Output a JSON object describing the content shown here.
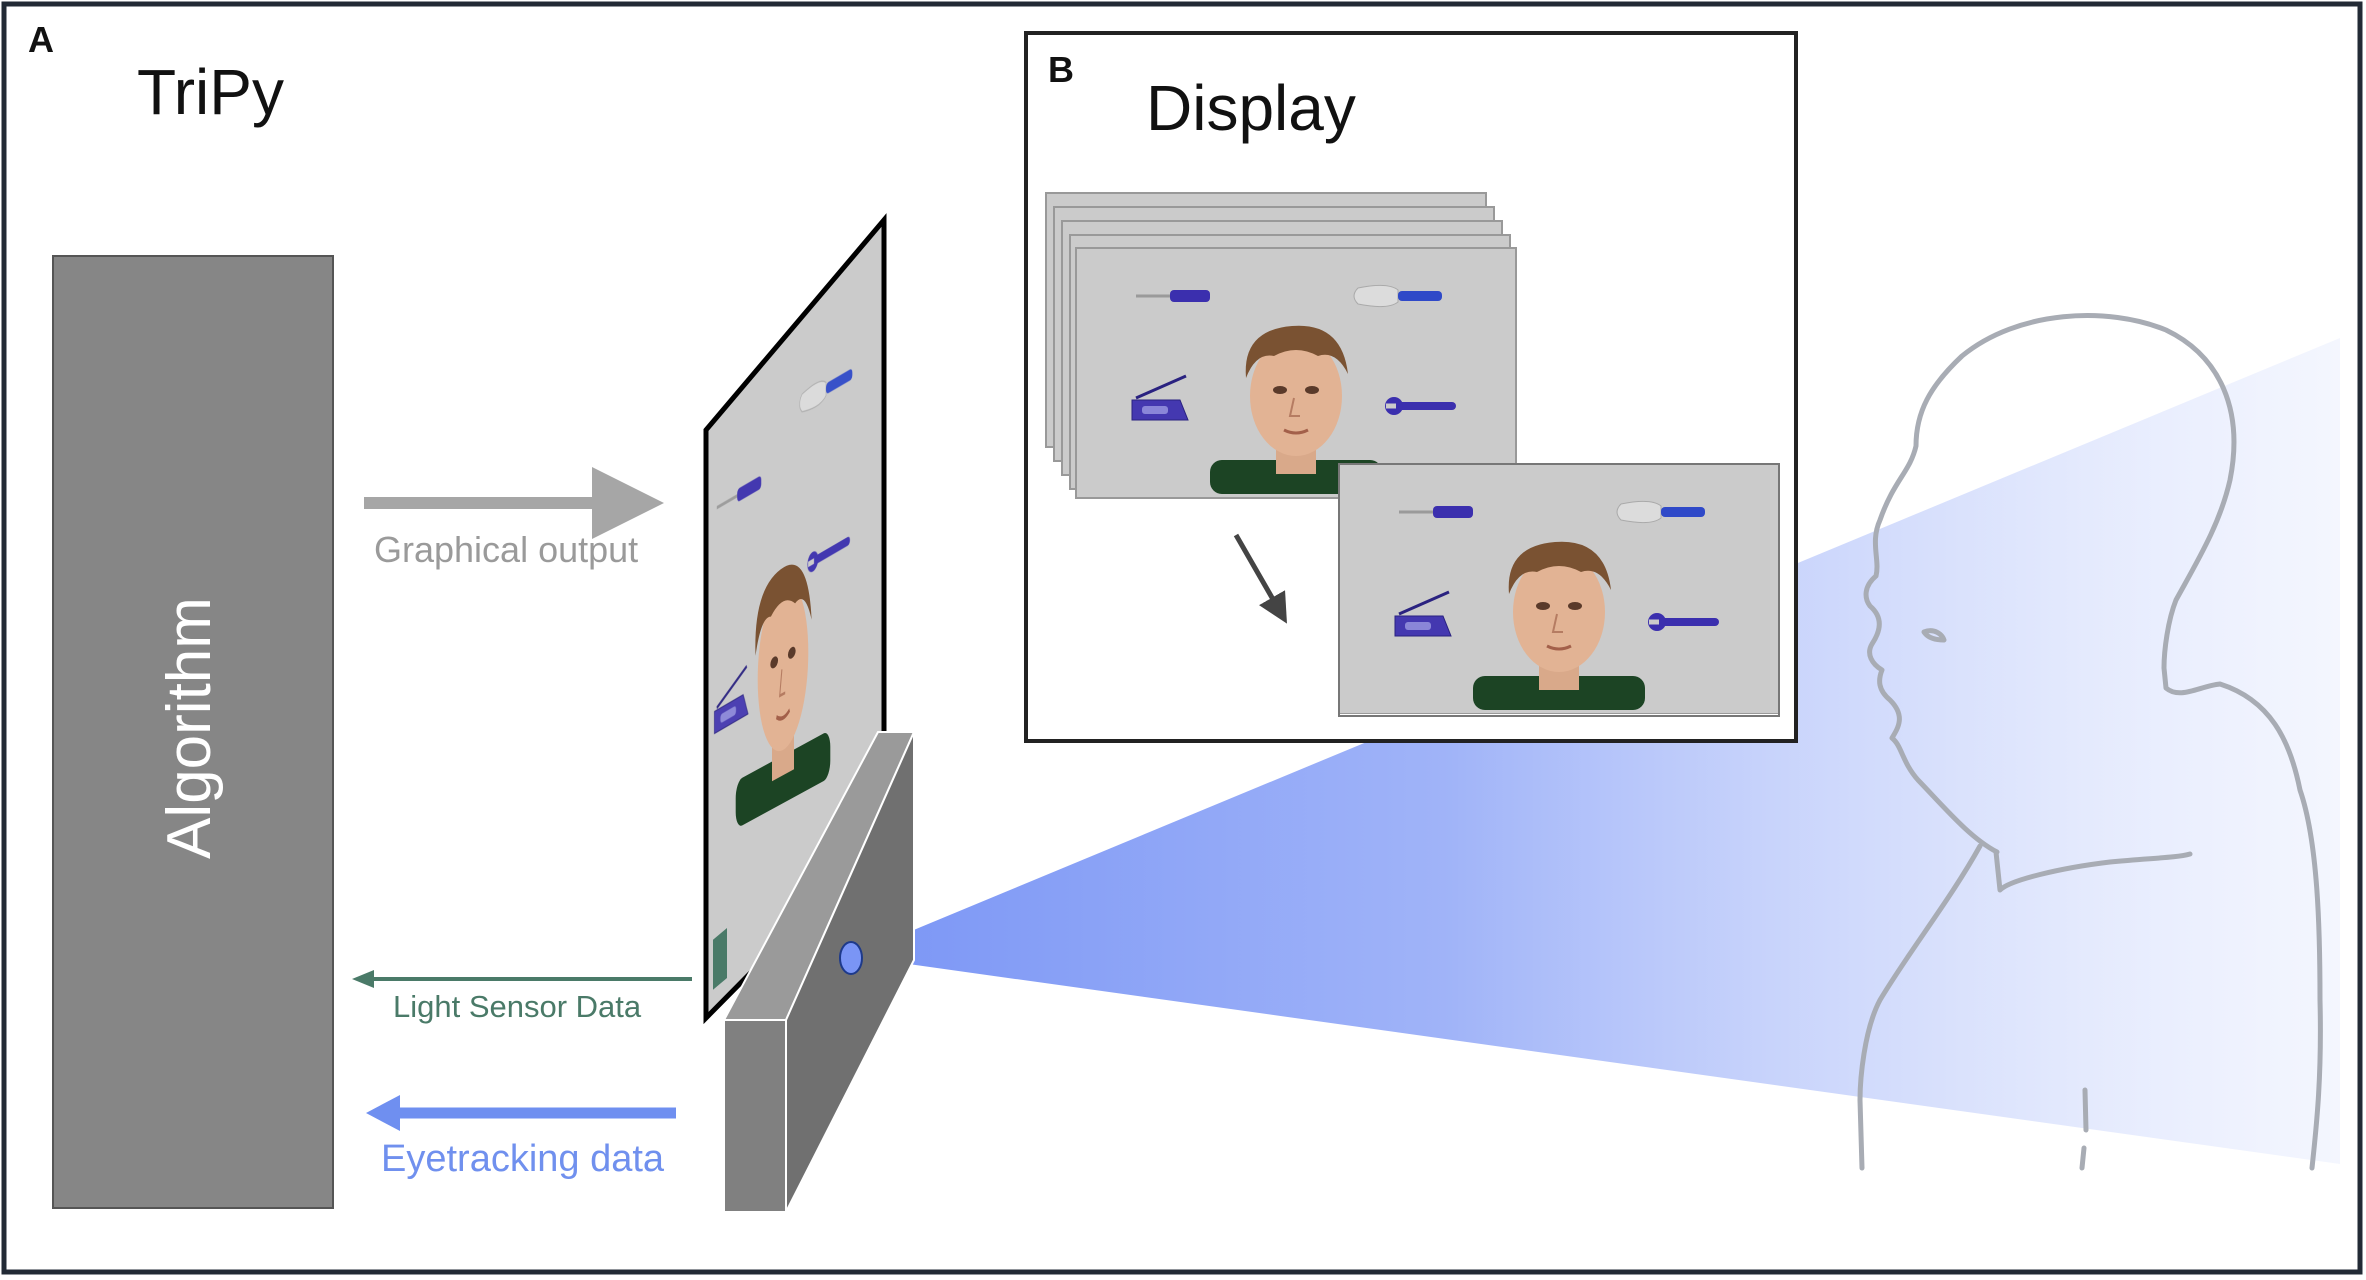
{
  "panel_a": {
    "letter": "A",
    "title": "TriPy"
  },
  "panel_b": {
    "letter": "B",
    "title": "Display"
  },
  "algorithm": {
    "label": "Algorithm"
  },
  "arrows": {
    "graphical_output": "Graphical output",
    "light_sensor": "Light Sensor Data",
    "eyetracking": "Eyetracking data"
  },
  "colors": {
    "frame": "#222a35",
    "algorithm_box": "#868686",
    "graphical_arrow": "#a6a6a6",
    "light_sensor_arrow": "#4a7a68",
    "eyetracking_arrow": "#6f8ff0",
    "tracker_front": "#707070",
    "tracker_side": "#9a9a9a",
    "gaze_beam": "#7a95f5",
    "head_outline": "#a8acb4",
    "screen_bg": "#cbcbcb",
    "shirt": "#1c4424",
    "tool_blue": "#3b2fae"
  }
}
